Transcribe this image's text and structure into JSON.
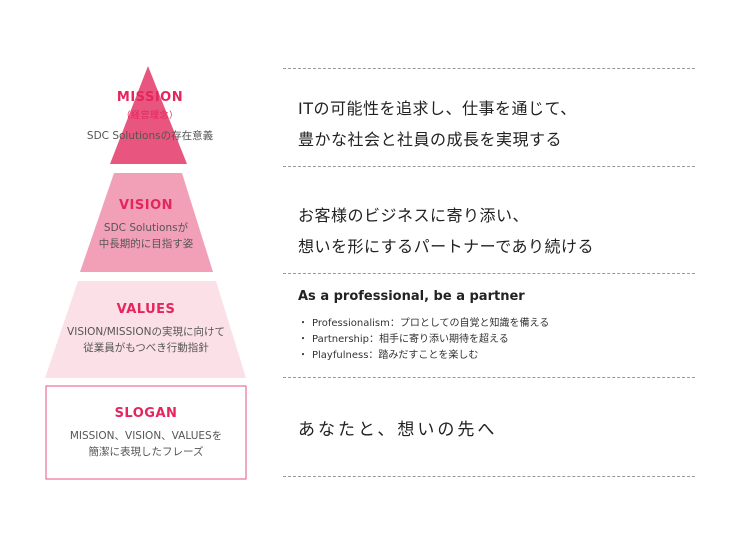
{
  "colors": {
    "accent": "#e5265d",
    "tier_mission": "#e8557e",
    "tier_vision": "#f2a0b8",
    "tier_values": "#fbe0e8",
    "tier_slogan_border": "#e8557e",
    "rule": "#9a9a9a"
  },
  "pyramid": {
    "mission": {
      "title": "MISSION",
      "subtitle": "（経営理念）",
      "caption": "SDC Solutionsの存在意義"
    },
    "vision": {
      "title": "VISION",
      "line1": "SDC Solutionsが",
      "line2": "中長期的に目指す姿"
    },
    "values": {
      "title": "VALUES",
      "line1": "VISION/MISSIONの実現に向けて",
      "line2": "従業員がもつべき行動指針"
    },
    "slogan": {
      "title": "SLOGAN",
      "line1": "MISSION、VISION、VALUESを",
      "line2": "簡潔に表現したフレーズ"
    }
  },
  "descriptions": {
    "mission": {
      "line1": "ITの可能性を追求し、仕事を通じて、",
      "line2": "豊かな社会と社員の成長を実現する"
    },
    "vision": {
      "line1": "お客様のビジネスに寄り添い、",
      "line2": "想いを形にするパートナーであり続ける"
    },
    "values": {
      "heading": "As a professional, be a partner",
      "items": [
        "Professionalism：プロとしての自覚と知識を備える",
        "Partnership：相手に寄り添い期待を超える",
        "Playfulness：踏みだすことを楽しむ"
      ]
    },
    "slogan": "あなたと、想いの先へ"
  }
}
